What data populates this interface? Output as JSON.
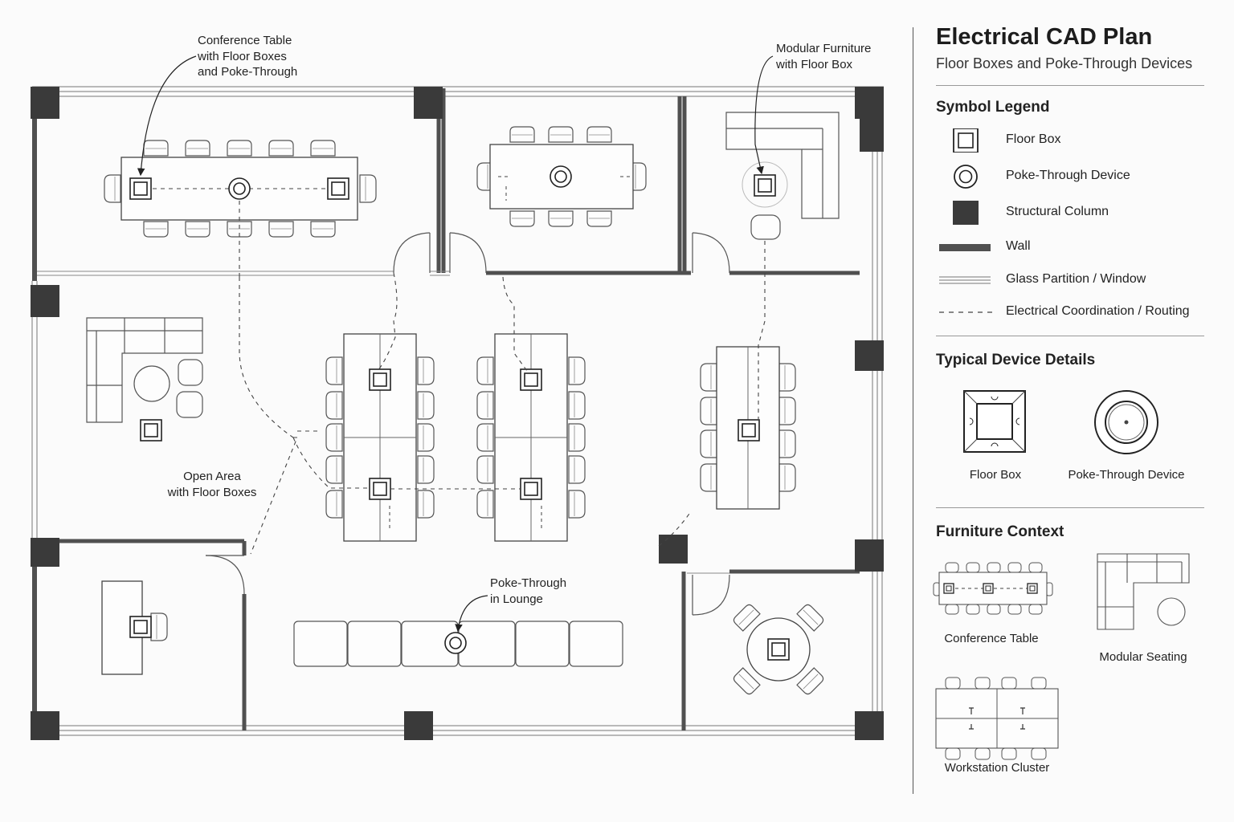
{
  "header": {
    "title": "Electrical CAD Plan",
    "subtitle": "Floor Boxes and Poke-Through Devices"
  },
  "legend": {
    "heading": "Symbol Legend",
    "items": [
      {
        "icon": "floor-box-icon",
        "label": "Floor Box"
      },
      {
        "icon": "poke-through-icon",
        "label": "Poke-Through Device"
      },
      {
        "icon": "structural-column-icon",
        "label": "Structural Column"
      },
      {
        "icon": "wall-icon",
        "label": "Wall"
      },
      {
        "icon": "glass-partition-icon",
        "label": "Glass Partition / Window"
      },
      {
        "icon": "routing-line-icon",
        "label": "Electrical Coordination / Routing"
      }
    ]
  },
  "details": {
    "heading": "Typical Device Details",
    "floor_box_caption": "Floor Box",
    "poke_through_caption": "Poke-Through Device"
  },
  "furniture": {
    "heading": "Furniture Context",
    "conference_caption": "Conference Table",
    "modular_caption": "Modular Seating",
    "workstation_caption": "Workstation Cluster"
  },
  "plan_labels": {
    "conference": "Conference Table\nwith Floor Boxes\nand Poke-Through",
    "modular": "Modular Furniture\nwith Floor Box",
    "open_area": "Open Area\nwith Floor Boxes",
    "lounge": "Poke-Through\nin Lounge"
  },
  "colors": {
    "wall": "#505050",
    "column": "#3a3a3a",
    "line": "#444444",
    "background": "#fbfbfb"
  }
}
